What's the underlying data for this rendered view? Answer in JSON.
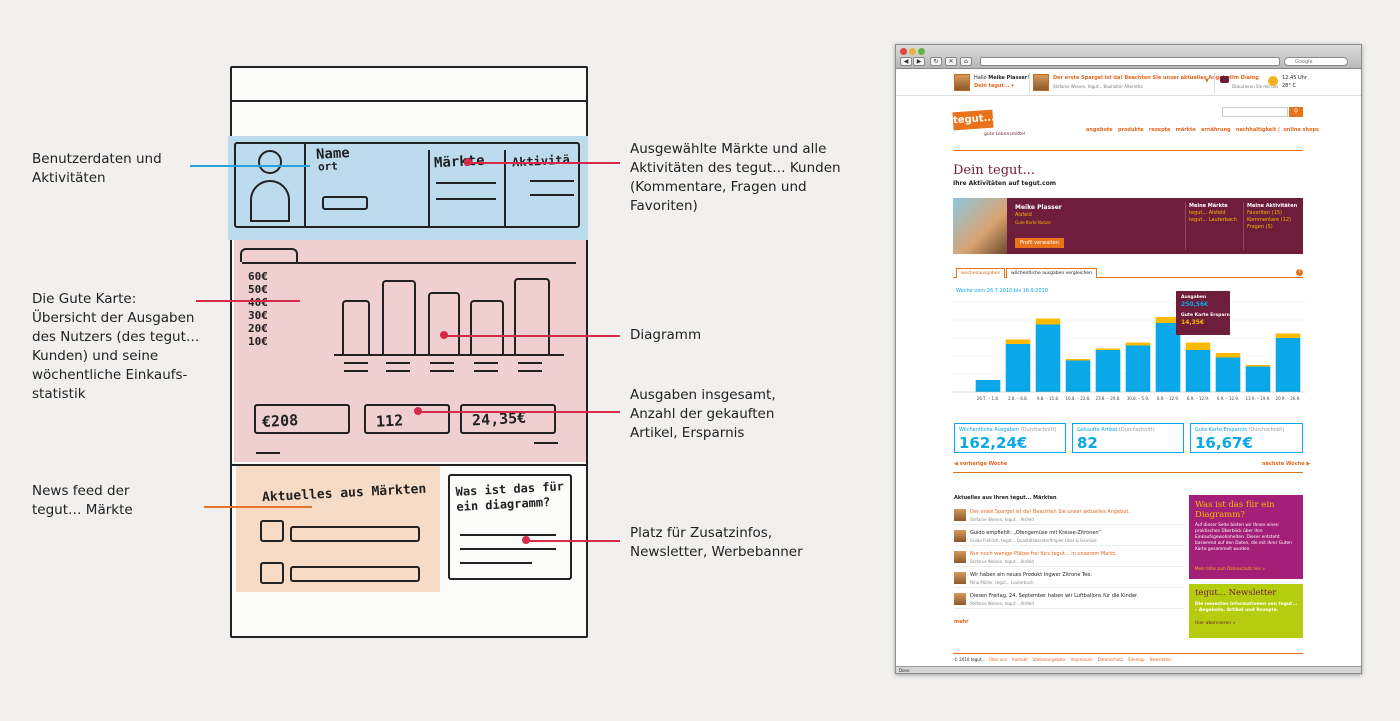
{
  "annotations": {
    "user": [
      "Benutzerdaten und",
      "Aktivitäten"
    ],
    "karte": [
      "Die Gute Karte:",
      "Übersicht der Ausgaben",
      "des Nutzers (des tegut…",
      "Kunden) und seine",
      "wöchentliche Einkaufs-",
      "statistik"
    ],
    "news": [
      "News feed der",
      "tegut… Märkte"
    ],
    "maerkte": [
      "Ausgewählte Märkte und alle",
      "Aktivitäten des tegut… Kunden",
      "(Kommentare, Fragen und",
      "Favoriten)"
    ],
    "diagramm": [
      "Diagramm"
    ],
    "ausgaben": [
      "Ausgaben insgesamt,",
      "Anzahl der gekauften",
      "Artikel, Ersparnis"
    ],
    "zusatz": [
      "Platz für Zusatzinfos,",
      "Newsletter, Werbebanner"
    ]
  },
  "sketch": {
    "name": "Name",
    "ort": "ort",
    "maerkte": "Märkte",
    "aktivitaeten": "Aktivitä",
    "yaxis": [
      "60€",
      "50€",
      "40€",
      "30€",
      "20€",
      "10€"
    ],
    "stat1": "€208",
    "stat2": "112",
    "stat3": "24,35€",
    "news_title": "Aktuelles aus Märkten",
    "promo_title": "Was ist das für ein diagramm?"
  },
  "browser": {
    "search_placeholder": "Google",
    "greeting_prefix": "Hallo",
    "user_name": "Meike Plasser",
    "greeting_suffix": "!",
    "dein_tegut": "Dein tegut...",
    "news_headline": "Der erste Spargel ist da! Beachten Sie unser aktuelles Angebot.",
    "news_byline": "Stefanie Weisen, tegut... Bauhalter Alterntho",
    "dialog_title": "Im Dialog",
    "dialog_sub": "Diskutieren Sie mit uns",
    "weather_time": "12:45 Uhr",
    "weather_temp": "28° C",
    "logo": "tegut...",
    "logo_sub": "gute Lebensmittel",
    "nav": [
      "angebote",
      "produkte",
      "rezepte",
      "märkte",
      "ernährung",
      "nachhaltigkeit",
      "online shops"
    ],
    "page_title": "Dein tegut...",
    "page_subtitle": "Ihre Aktivitäten auf tegut.com",
    "profile": {
      "name": "Meike Plasser",
      "city": "Alsfeld",
      "status": "Gute Karte Nutzer",
      "button": "Profil verwalten",
      "markets_title": "Meine Märkte",
      "markets": [
        "tegut... Alsfeld",
        "tegut... Lauterbach"
      ],
      "activities_title": "Meine Aktivitäten",
      "activities": [
        "Favoriten (15)",
        "Kommentare (12)",
        "Fragen (5)"
      ]
    },
    "tabs": [
      "wochenausgaben",
      "wöchentliche ausgaben vergleichen"
    ],
    "help": "?",
    "chart_subtitle": "Woche vom 26.7.2010 bis 16.9.2010",
    "tooltip": {
      "label1": "Ausgaben",
      "value1": "250,56€",
      "label2": "Gute Karte Ersparnis",
      "value2": "14,35€"
    },
    "stats": [
      {
        "label": "Wöchentliche Ausgaben",
        "hint": "(Durchschnitt)",
        "value": "162,24€"
      },
      {
        "label": "Gekaufte Artikel",
        "hint": "(Durchschnitt)",
        "value": "82"
      },
      {
        "label": "Gute Karte Ersparnis",
        "hint": "(Durchschnitt)",
        "value": "16,67€"
      }
    ],
    "prev_week": "vorherige Woche",
    "next_week": "nächste Woche",
    "feed_title": "Aktuelles aus Ihren tegut... Märkten",
    "feed": [
      {
        "text": "Der erste Spargel ist da! Beachten Sie unser aktuelles Angebot.",
        "by": "Stefanie Weisen, tegut... Alsfeld",
        "highlight": true
      },
      {
        "text": "Guido empfiehlt: „Ofengemüse mit Kresse-Zitronen“",
        "by": "Guido Fröhlich, tegut... Qualitätsberaterfimpler Obst & Gemüse",
        "highlight": false
      },
      {
        "text": "Nur noch wenige Plätze frei fürs tegut... in unserem Markt.",
        "by": "Stefanie Weisen, tegut... Alsfeld",
        "highlight": true
      },
      {
        "text": "Wir haben ein neues Produkt Ingwer Zitrone Tee.",
        "by": "Nina Müller, tegut... Lauterbach",
        "highlight": false
      },
      {
        "text": "Diesen Freitag, 24. September haben wir Luftballons für die Kinder.",
        "by": "Stefanie Weisen, tegut... Alsfeld",
        "highlight": false
      }
    ],
    "more": "mehr",
    "promo": {
      "title": "Was ist das für ein Diagramm?",
      "body": "Auf dieser Seite bieten wir Ihnen einen praktischen Überblick über Ihre Einkaufsgewohnheiten. Dieser entsteht basierend auf den Daten, die mit Ihrer Guten Karte gesammelt wurden.",
      "link": "Mehr Infos zum Datenschutz hier »"
    },
    "newsletter": {
      "title": "tegut... Newsletter",
      "body": "Die neuesten Informationen von tegut... – Angebote, Artikel und Rezepte.",
      "link": "Hier abonnieren »"
    },
    "footer_copy": "© 2010 tegut...",
    "footer_links": [
      "Über uns",
      "Kontakt",
      "Stellenangebote",
      "Impressum",
      "Datenschutz",
      "Sitemap",
      "Newsletter"
    ],
    "status": "Done"
  },
  "chart_data": {
    "type": "bar",
    "categories": [
      "26.7. – 1.8.",
      "2.8. – 8.8.",
      "9.8. – 15.8.",
      "16.8. – 22.8.",
      "23.8. – 29.8.",
      "30.8. – 5.9.",
      "6.9. – 12.9.",
      "6.9. – 12.9.",
      "6.9. – 12.9.",
      "13.9. – 19.9.",
      "20.9. – 26.9."
    ],
    "series": [
      {
        "values": [
          40,
          160,
          225,
          105,
          140,
          155,
          230,
          140,
          115,
          85,
          180
        ]
      },
      {
        "values": [
          0,
          15,
          20,
          5,
          5,
          10,
          20,
          25,
          15,
          5,
          15
        ]
      }
    ],
    "ylim": [
      0,
      300
    ],
    "colors": {
      "spending": "#0aa8e8",
      "savings": "#fbb900"
    }
  }
}
